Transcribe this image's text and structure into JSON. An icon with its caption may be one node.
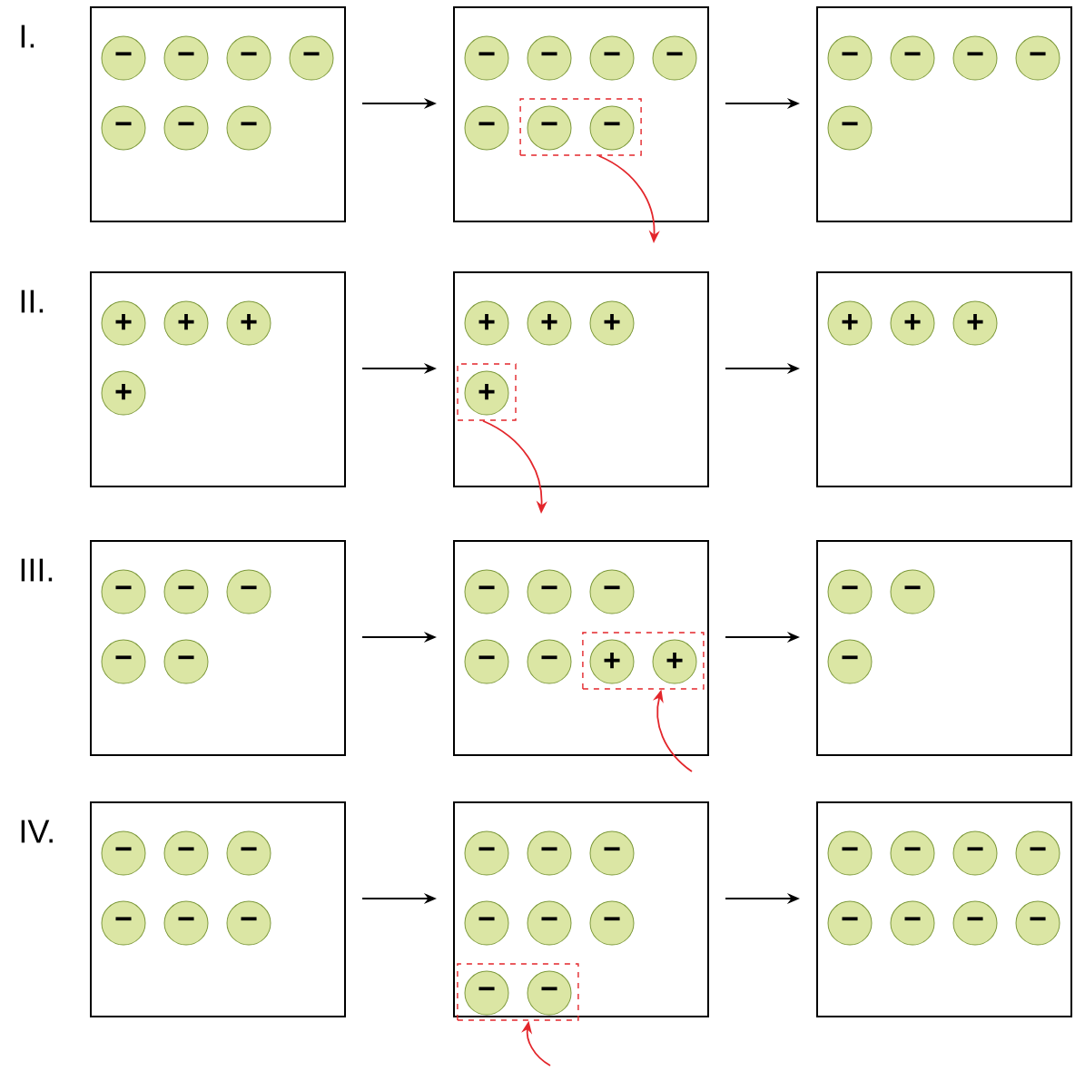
{
  "diagram": {
    "nodes": [
      {
        "text": [],
        "shape": "box"
      },
      {
        "text": [
          "−"
        ],
        "in": 0
      },
      {
        "text": [
          "−"
        ],
        "in": 0
      },
      {
        "text": [
          "−"
        ],
        "in": 0
      },
      {
        "text": [
          "−"
        ],
        "in": 0
      },
      {
        "text": [
          "−"
        ],
        "in": 0
      },
      {
        "text": [
          "−"
        ],
        "in": 0
      },
      {
        "text": [
          "−"
        ],
        "in": 0
      },
      {
        "text": [],
        "shape": "box"
      },
      {
        "text": [
          "−"
        ],
        "in": 8
      },
      {
        "text": [
          "−"
        ],
        "in": 8
      },
      {
        "text": [
          "−"
        ],
        "in": 8
      },
      {
        "text": [
          "−"
        ],
        "in": 8
      },
      {
        "text": [
          "−"
        ],
        "in": 8
      },
      {
        "text": [],
        "shape": "box",
        "in": 8
      },
      {
        "text": [
          "−"
        ],
        "in": 14
      },
      {
        "text": [
          "−"
        ],
        "in": 14
      },
      {
        "text": [],
        "shape": "box"
      },
      {
        "text": [
          "−"
        ],
        "in": 17
      },
      {
        "text": [
          "−"
        ],
        "in": 17
      },
      {
        "text": [
          "−"
        ],
        "in": 17
      },
      {
        "text": [
          "−"
        ],
        "in": 17
      },
      {
        "text": [
          "−"
        ],
        "in": 17
      },
      {
        "text": [],
        "shape": "box"
      },
      {
        "text": [
          "+"
        ],
        "in": 23
      },
      {
        "text": [
          "+"
        ],
        "in": 23
      },
      {
        "text": [
          "+"
        ],
        "in": 23
      },
      {
        "text": [
          "+"
        ],
        "in": 23
      },
      {
        "text": [],
        "shape": "box"
      },
      {
        "text": [
          "+"
        ],
        "in": 28
      },
      {
        "text": [
          "+"
        ],
        "in": 28
      },
      {
        "text": [
          "+"
        ],
        "in": 28
      },
      {
        "text": [],
        "shape": "box",
        "in": 28
      },
      {
        "text": [
          "+"
        ],
        "in": 32
      },
      {
        "text": [],
        "shape": "box"
      },
      {
        "text": [
          "+"
        ],
        "in": 34
      },
      {
        "text": [
          "+"
        ],
        "in": 34
      },
      {
        "text": [
          "+"
        ],
        "in": 34
      },
      {
        "text": [],
        "shape": "box"
      },
      {
        "text": [
          "−"
        ],
        "in": 38
      },
      {
        "text": [
          "−"
        ],
        "in": 38
      },
      {
        "text": [
          "−"
        ],
        "in": 38
      },
      {
        "text": [
          "−"
        ],
        "in": 38
      },
      {
        "text": [
          "−"
        ],
        "in": 38
      },
      {
        "text": [],
        "shape": "box"
      },
      {
        "text": [
          "−"
        ],
        "in": 44
      },
      {
        "text": [
          "−"
        ],
        "in": 44
      },
      {
        "text": [
          "−"
        ],
        "in": 44
      },
      {
        "text": [
          "−"
        ],
        "in": 44
      },
      {
        "text": [
          "−"
        ],
        "in": 44
      },
      {
        "text": [],
        "shape": "box",
        "in": 44
      },
      {
        "text": [
          "+"
        ],
        "in": 50
      },
      {
        "text": [
          "+"
        ],
        "in": 50
      },
      {
        "text": [],
        "shape": "box"
      },
      {
        "text": [
          "−"
        ],
        "in": 53
      },
      {
        "text": [
          "−"
        ],
        "in": 53
      },
      {
        "text": [
          "−"
        ],
        "in": 53
      },
      {
        "text": [],
        "shape": "box"
      },
      {
        "text": [
          "−"
        ],
        "in": 57
      },
      {
        "text": [
          "−"
        ],
        "in": 57
      },
      {
        "text": [
          "−"
        ],
        "in": 57
      },
      {
        "text": [
          "−"
        ],
        "in": 57
      },
      {
        "text": [
          "−"
        ],
        "in": 57
      },
      {
        "text": [
          "−"
        ],
        "in": 57
      },
      {
        "text": [],
        "shape": "box"
      },
      {
        "text": [
          "−"
        ],
        "in": 64
      },
      {
        "text": [
          "−"
        ],
        "in": 64
      },
      {
        "text": [
          "−"
        ],
        "in": 64
      },
      {
        "text": [
          "−"
        ],
        "in": 64
      },
      {
        "text": [
          "−"
        ],
        "in": 64
      },
      {
        "text": [
          "−"
        ],
        "in": 64
      },
      {
        "text": [],
        "shape": "box",
        "in": 64
      },
      {
        "text": [
          "−"
        ],
        "in": 71
      },
      {
        "text": [
          "−"
        ],
        "in": 71
      },
      {
        "text": [],
        "shape": "box"
      },
      {
        "text": [
          "−"
        ],
        "in": 74
      },
      {
        "text": [
          "−"
        ],
        "in": 74
      },
      {
        "text": [
          "−"
        ],
        "in": 74
      },
      {
        "text": [
          "−"
        ],
        "in": 74
      },
      {
        "text": [
          "−"
        ],
        "in": 74
      },
      {
        "text": [
          "−"
        ],
        "in": 74
      },
      {
        "text": [
          "−"
        ],
        "in": 74
      },
      {
        "text": [
          "−"
        ],
        "in": 74
      }
    ],
    "edges": [
      {
        "from": 0,
        "to": 8,
        "arrow": "to"
      },
      {
        "from": 8,
        "to": 17,
        "arrow": "to"
      },
      {
        "from": 23,
        "to": 28,
        "arrow": "to"
      },
      {
        "from": 28,
        "to": 34,
        "arrow": "to"
      },
      {
        "from": 38,
        "to": 44,
        "arrow": "to"
      },
      {
        "from": 44,
        "to": 53,
        "arrow": "to"
      },
      {
        "from": 57,
        "to": 64,
        "arrow": "to"
      },
      {
        "from": 64,
        "to": 74,
        "arrow": "to"
      },
      {
        "from": 14,
        "to": null,
        "arrow": "to",
        "color": "#e3262b"
      },
      {
        "from": 32,
        "to": null,
        "arrow": "to",
        "color": "#e3262b"
      },
      {
        "from": null,
        "to": 50,
        "arrow": "to",
        "color": "#e3262b"
      },
      {
        "from": null,
        "to": 71,
        "arrow": "to",
        "color": "#e3262b"
      }
    ],
    "labels": [
      "I.",
      "II.",
      "III.",
      "IV."
    ]
  }
}
